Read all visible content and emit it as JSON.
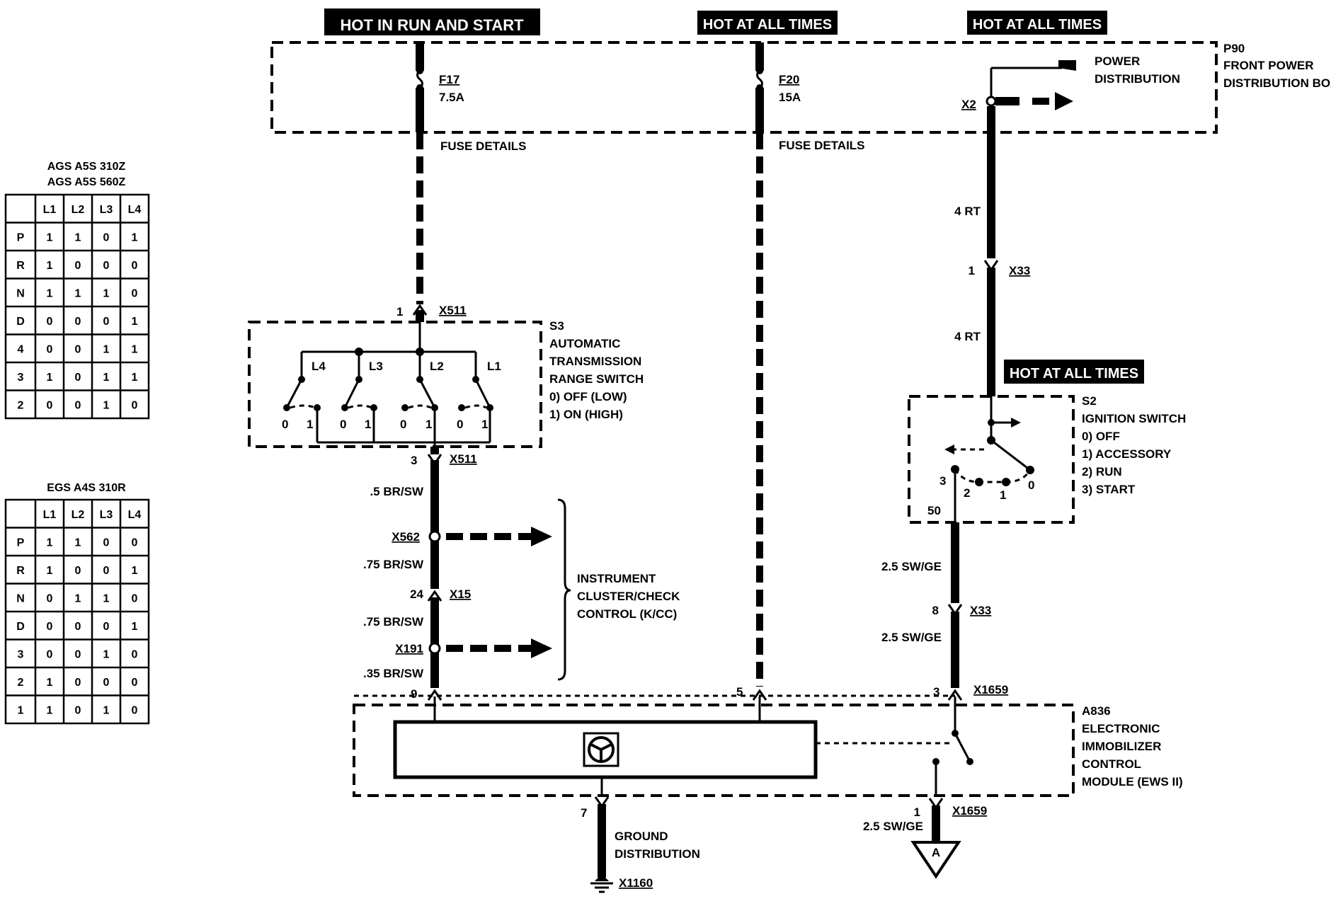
{
  "headers": {
    "hot_run_start": "HOT IN RUN AND START",
    "hot_all_times_1": "HOT AT ALL TIMES",
    "hot_all_times_2": "HOT AT ALL TIMES",
    "hot_all_times_3": "HOT AT ALL TIMES"
  },
  "fuse_box": {
    "ref": "P90",
    "name_line1": "FRONT POWER",
    "name_line2": "DISTRIBUTION BOX",
    "power_dist_line1": "POWER",
    "power_dist_line2": "DISTRIBUTION",
    "x2": "X2",
    "f17": "F17",
    "f17_rating": "7.5A",
    "f20": "F20",
    "f20_rating": "15A",
    "fuse_details_1": "FUSE DETAILS",
    "fuse_details_2": "FUSE DETAILS"
  },
  "table1": {
    "title_line1": "AGS A5S 310Z",
    "title_line2": "AGS A5S 560Z",
    "columns": [
      "L1",
      "L2",
      "L3",
      "L4"
    ],
    "rows": [
      {
        "gear": "P",
        "values": [
          "1",
          "1",
          "0",
          "1"
        ]
      },
      {
        "gear": "R",
        "values": [
          "1",
          "0",
          "0",
          "0"
        ]
      },
      {
        "gear": "N",
        "values": [
          "1",
          "1",
          "1",
          "0"
        ]
      },
      {
        "gear": "D",
        "values": [
          "0",
          "0",
          "0",
          "1"
        ]
      },
      {
        "gear": "4",
        "values": [
          "0",
          "0",
          "1",
          "1"
        ]
      },
      {
        "gear": "3",
        "values": [
          "1",
          "0",
          "1",
          "1"
        ]
      },
      {
        "gear": "2",
        "values": [
          "0",
          "0",
          "1",
          "0"
        ]
      }
    ]
  },
  "table2": {
    "title_line1": "EGS A4S 310R",
    "columns": [
      "L1",
      "L2",
      "L3",
      "L4"
    ],
    "rows": [
      {
        "gear": "P",
        "values": [
          "1",
          "1",
          "0",
          "0"
        ]
      },
      {
        "gear": "R",
        "values": [
          "1",
          "0",
          "0",
          "1"
        ]
      },
      {
        "gear": "N",
        "values": [
          "0",
          "1",
          "1",
          "0"
        ]
      },
      {
        "gear": "D",
        "values": [
          "0",
          "0",
          "0",
          "1"
        ]
      },
      {
        "gear": "3",
        "values": [
          "0",
          "0",
          "1",
          "0"
        ]
      },
      {
        "gear": "2",
        "values": [
          "1",
          "0",
          "0",
          "0"
        ]
      },
      {
        "gear": "1",
        "values": [
          "1",
          "0",
          "1",
          "0"
        ]
      }
    ]
  },
  "range_switch": {
    "ref": "S3",
    "name_line1": "AUTOMATIC",
    "name_line2": "TRANSMISSION",
    "name_line3": "RANGE SWITCH",
    "state0": "0)   OFF (LOW)",
    "state1": "1)   ON (HIGH)",
    "contacts": [
      "L4",
      "L3",
      "L2",
      "L1"
    ],
    "pos0": "0",
    "pos1": "1"
  },
  "left_circuit": {
    "x511_top_pin": "1",
    "x511_top": "X511",
    "x511_bot_pin": "3",
    "x511_bot": "X511",
    "wire1": ".5 BR/SW",
    "x562": "X562",
    "wire2": ".75 BR/SW",
    "x15_pin": "24",
    "x15": "X15",
    "wire3": ".75 BR/SW",
    "x191": "X191",
    "wire4": ".35 BR/SW",
    "pin9": "9",
    "cluster_line1": "INSTRUMENT",
    "cluster_line2": "CLUSTER/CHECK",
    "cluster_line3": "CONTROL (K/CC)"
  },
  "middle_circuit": {
    "pin5": "5"
  },
  "right_circuit": {
    "wire_4rt_1": "4 RT",
    "x33_pin": "1",
    "x33": "X33",
    "wire_4rt_2": "4 RT",
    "pin50": "50",
    "wire_sw1": "2.5 SW/GE",
    "x33b_pin": "8",
    "x33b": "X33",
    "wire_sw2": "2.5 SW/GE",
    "pin3": "3",
    "x1659": "X1659",
    "x1659b_pin": "1",
    "x1659b": "X1659",
    "wire_sw3": "2.5 SW/GE",
    "connector_a": "A"
  },
  "ignition_switch": {
    "ref": "S2",
    "name": "IGNITION SWITCH",
    "state0": "0)   OFF",
    "state1": "1)   ACCESSORY",
    "state2": "2)   RUN",
    "state3": "3)   START",
    "pos3": "3",
    "pos2": "2",
    "pos1": "1",
    "pos0": "0"
  },
  "immobilizer": {
    "ref": "A836",
    "name_line1": "ELECTRONIC",
    "name_line2": "IMMOBILIZER",
    "name_line3": "CONTROL",
    "name_line4": "MODULE (EWS II)"
  },
  "ground": {
    "pin7": "7",
    "line1": "GROUND",
    "line2": "DISTRIBUTION",
    "x1160": "X1160"
  }
}
